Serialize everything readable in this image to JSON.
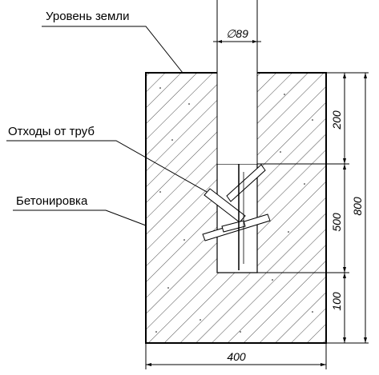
{
  "labels": {
    "ground_level": "Уровень земли",
    "pipe_waste": "Отходы от труб",
    "concreting": "Бетонировка"
  },
  "dimensions": {
    "pipe_diameter": "∅89",
    "top_depth": "200",
    "waste_zone": "500",
    "bottom_depth": "100",
    "total_height": "800",
    "width": "400"
  }
}
